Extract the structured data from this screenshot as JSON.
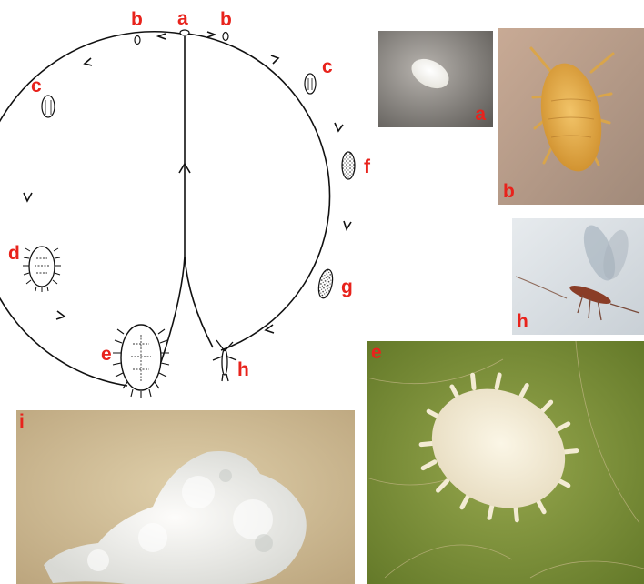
{
  "diagram": {
    "stage_labels": {
      "a": "a",
      "b": "b",
      "c": "c",
      "d": "d",
      "e": "e",
      "f": "f",
      "g": "g",
      "h": "h"
    }
  },
  "photos": {
    "egg": {
      "label": "a"
    },
    "crawler": {
      "label": "b"
    },
    "adult_male": {
      "label": "h"
    },
    "adult_female": {
      "label": "e"
    },
    "ovisac": {
      "label": "i"
    }
  },
  "colors": {
    "label_red": "#e8231c",
    "line": "#111111"
  }
}
